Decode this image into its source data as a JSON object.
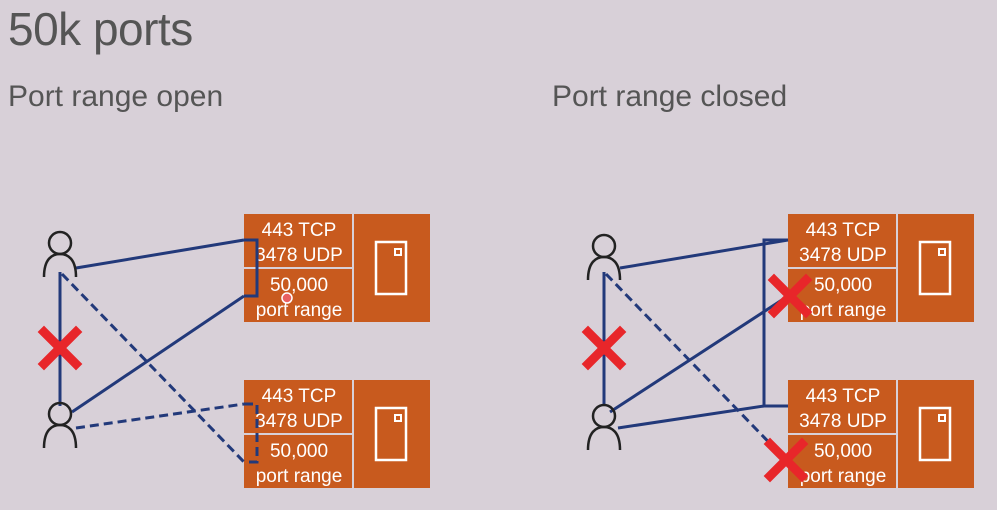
{
  "slide": {
    "title": "50k ports",
    "left_panel_title": "Port range open",
    "right_panel_title": "Port range closed"
  },
  "server_box": {
    "ports_line1": "443 TCP",
    "ports_line2": "3478 UDP",
    "range_line1": "50,000",
    "range_line2": "port range",
    "icon": "server-icon"
  },
  "colors": {
    "background": "#d8d0d8",
    "box_orange": "#c85a1e",
    "line_blue": "#22397a",
    "x_mark_red": "#e8262a",
    "user_icon": "#222222"
  }
}
